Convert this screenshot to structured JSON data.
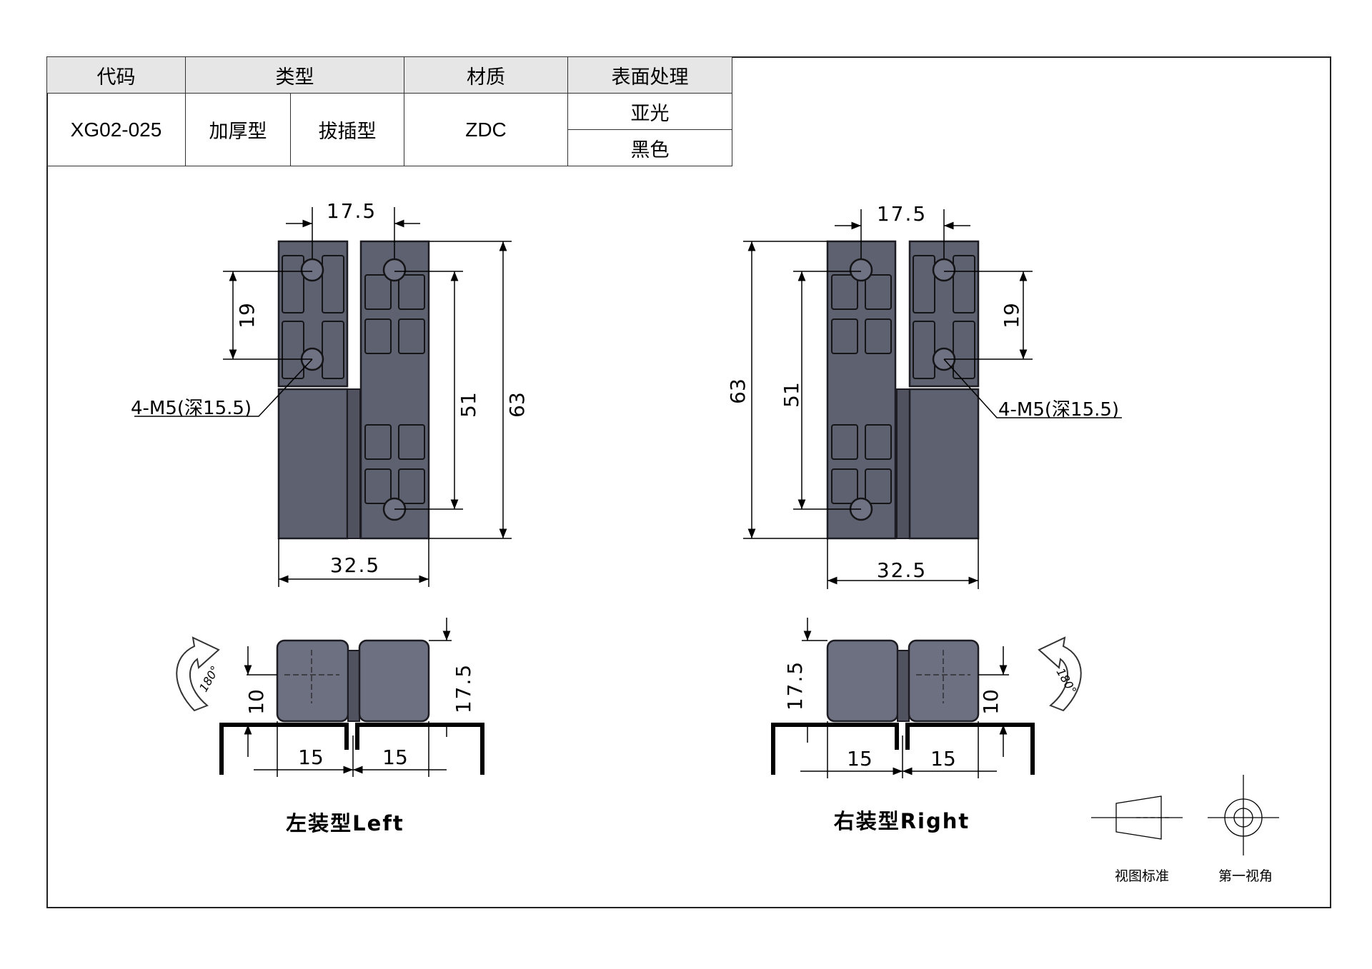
{
  "table": {
    "headers": {
      "code": "代码",
      "type": "类型",
      "material": "材质",
      "finish": "表面处理"
    },
    "row": {
      "code": "XG02-025",
      "type_a": "加厚型",
      "type_b": "拔插型",
      "material": "ZDC",
      "finish_a": "亚光",
      "finish_b": "黑色"
    }
  },
  "left_view": {
    "caption": "左装型Left",
    "dim_top": "17.5",
    "dim_hole_pitch": "19",
    "dim_inner_height": "51",
    "dim_height": "63",
    "dim_width": "32.5",
    "hole_note": "4-M5(深15.5)",
    "dim_side_10": "10",
    "dim_side_17": "17.5",
    "dim_side_15a": "15",
    "dim_side_15b": "15",
    "rotation": "180°"
  },
  "right_view": {
    "caption": "右装型Right",
    "dim_top": "17.5",
    "dim_hole_pitch": "19",
    "dim_inner_height": "51",
    "dim_height": "63",
    "dim_width": "32.5",
    "hole_note": "4-M5(深15.5)",
    "dim_side_10": "10",
    "dim_side_17": "17.5",
    "dim_side_15a": "15",
    "dim_side_15b": "15",
    "rotation": "180°"
  },
  "legend": {
    "view_standard": "视图标准",
    "first_angle": "第一视角"
  },
  "colors": {
    "part_fill": "#5d6170",
    "part_side_fill": "#6c7080",
    "outline": "#1c1c22",
    "header_bg": "#e6e6e6"
  }
}
